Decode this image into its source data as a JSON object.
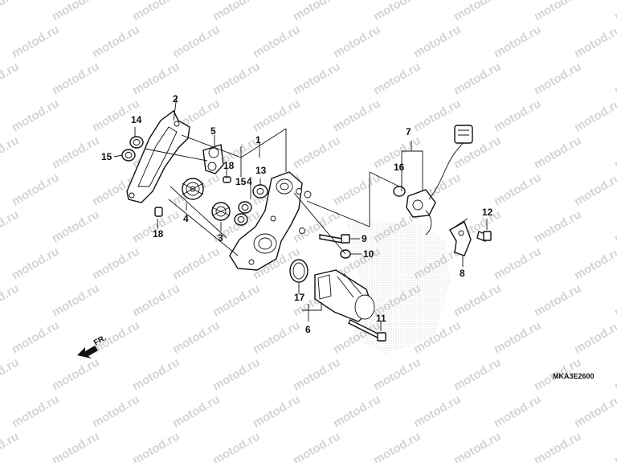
{
  "watermark": "motod.ru",
  "drawing_code": "MKA3E2600",
  "front_arrow_label": "FR.",
  "callouts": {
    "c1": "1",
    "c2": "2",
    "c3": "3",
    "c4a": "4",
    "c4b": "4",
    "c5": "5",
    "c6": "6",
    "c7": "7",
    "c8": "8",
    "c9": "9",
    "c10": "10",
    "c11": "11",
    "c12": "12",
    "c13": "13",
    "c14": "14",
    "c15a": "15",
    "c15b": "15",
    "c16": "16",
    "c17": "17",
    "c18a": "18",
    "c18b": "18"
  },
  "colors": {
    "line": "#111111",
    "watermark": "#d4d4d4",
    "background": "#ffffff"
  }
}
